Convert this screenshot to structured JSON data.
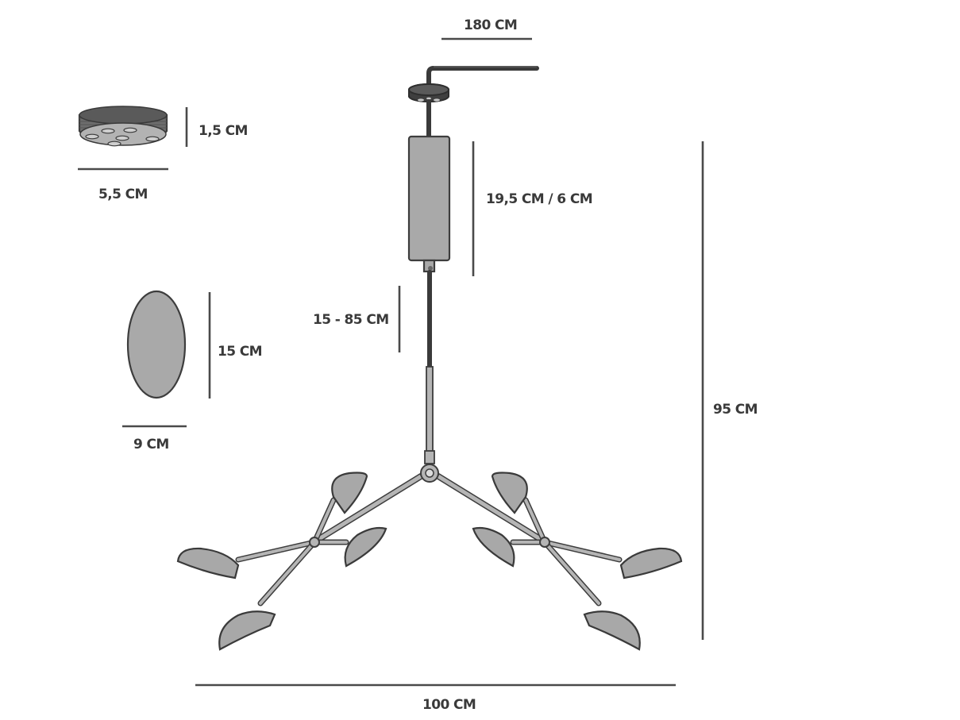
{
  "dimensions": {
    "cord_length": "180 CM",
    "canopy_height": "1,5 CM",
    "canopy_diameter": "5,5 CM",
    "housing_size": "19,5 CM / 6 CM",
    "adjustable_drop": "15 - 85 CM",
    "shade_height": "15 CM",
    "shade_width": "9 CM",
    "total_height": "95 CM",
    "total_width": "100 CM"
  },
  "colors": {
    "line": "#4a4a4a",
    "fill": "#a9a9a9",
    "outline": "#3d3d3d"
  }
}
